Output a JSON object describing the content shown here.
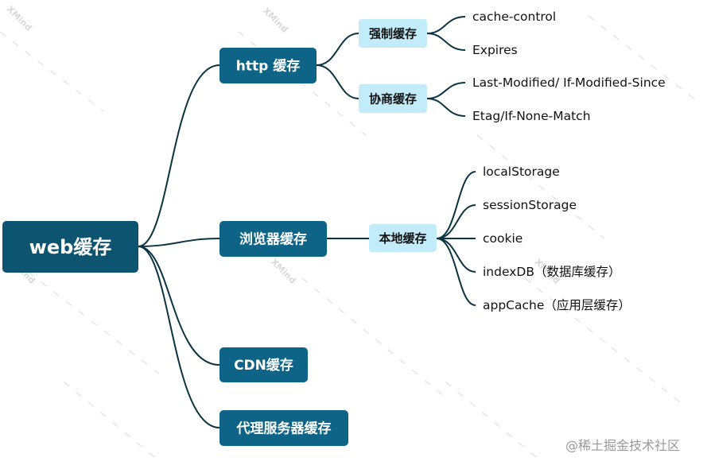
{
  "root": {
    "label": "web缓存"
  },
  "main": [
    {
      "label": "http 缓存"
    },
    {
      "label": "浏览器缓存"
    },
    {
      "label": "CDN缓存"
    },
    {
      "label": "代理服务器缓存"
    }
  ],
  "sub": [
    {
      "label": "强制缓存"
    },
    {
      "label": "协商缓存"
    },
    {
      "label": "本地缓存"
    }
  ],
  "leaves": [
    {
      "label": "cache-control"
    },
    {
      "label": "Expires"
    },
    {
      "label": "Last-Modified/ If-Modified-Since"
    },
    {
      "label": "Etag/If-None-Match"
    },
    {
      "label": "localStorage"
    },
    {
      "label": "sessionStorage"
    },
    {
      "label": "cookie"
    },
    {
      "label": "indexDB（数据库缓存）"
    },
    {
      "label": "appCache（应用层缓存）"
    }
  ],
  "watermark": {
    "mark": "XMind",
    "credit": "@稀土掘金技术社区"
  },
  "colors": {
    "root": "#0d5470",
    "main": "#0e6486",
    "sub": "#c3ecfb",
    "edge": "#0b3443"
  }
}
